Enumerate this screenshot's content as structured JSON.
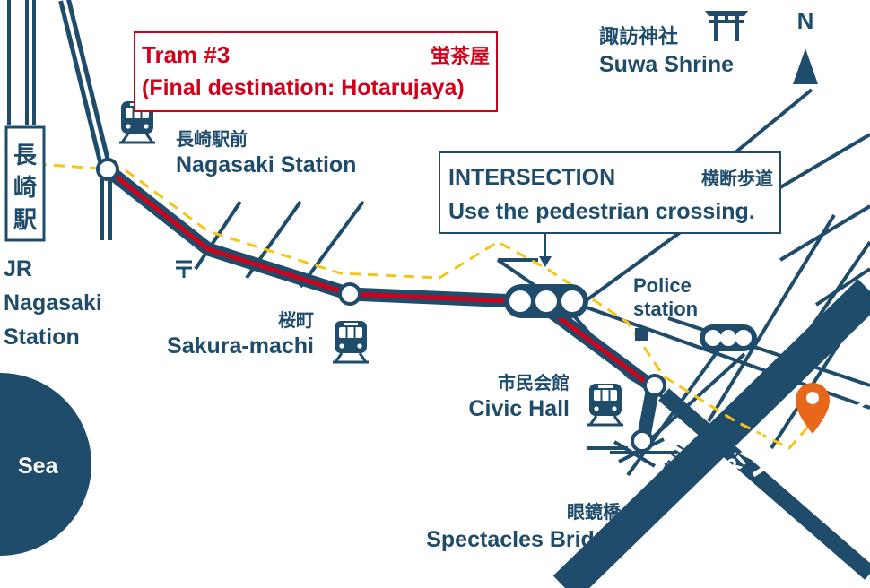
{
  "colors": {
    "navy": "#1f4c6b",
    "tram_red": "#d0021b",
    "walk_yellow": "#f5c518",
    "pin_orange": "#e8671b"
  },
  "compass": {
    "letter": "N"
  },
  "tram_box": {
    "title": "Tram #3",
    "title_jp": "蛍茶屋",
    "destination": "(Final destination: Hotarujaya)"
  },
  "intersection_box": {
    "title": "INTERSECTION",
    "title_jp": "横断歩道",
    "text": "Use the pedestrian crossing."
  },
  "places": {
    "jr_station_sign": [
      "長",
      "崎",
      "駅"
    ],
    "jr_station": [
      "JR",
      "Nagasaki",
      "Station"
    ],
    "nagasaki_stop_jp": "長崎駅前",
    "nagasaki_stop": "Nagasaki Station",
    "sakura_stop_jp": "桜町",
    "sakura_stop": "Sakura-machi",
    "civic_stop_jp": "市民会館",
    "civic_stop": "Civic Hall",
    "shrine_jp": "諏訪神社",
    "shrine": "Suwa Shrine",
    "police": [
      "Police",
      "station"
    ],
    "sea": "Sea",
    "bridge_jp": "眼鏡橋",
    "bridge": "Spectacles Bridge",
    "river": "Nakashima River",
    "river_jp": "中島川"
  },
  "icons": {
    "tram": "tram-icon",
    "post_office": "post-office-icon",
    "shrine": "torii-gate-icon",
    "police": "police-station-icon",
    "destination": "location-pin-icon",
    "north": "north-arrow-icon"
  }
}
